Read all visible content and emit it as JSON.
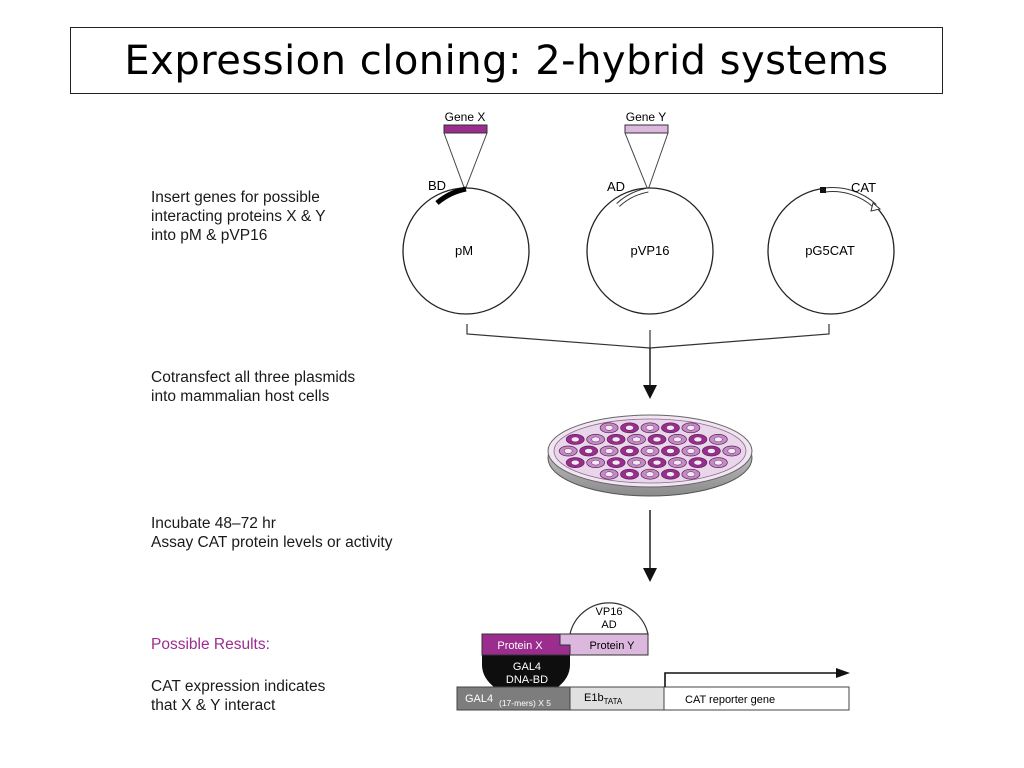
{
  "title": "Expression cloning: 2-hybrid systems",
  "steps": {
    "insert": {
      "line1": "Insert genes for possible",
      "line2": "interacting proteins X & Y",
      "line3": "into pM & pVP16"
    },
    "cotransfect": {
      "line1": "Cotransfect all three plasmids",
      "line2": "into mammalian host cells"
    },
    "incubate": {
      "line1": "Incubate 48–72 hr",
      "line2": "Assay CAT protein levels or activity"
    },
    "results": {
      "title": "Possible Results:",
      "line1": "CAT expression indicates",
      "line2": "that X & Y interact"
    }
  },
  "plasmids": {
    "pm": {
      "name": "pM",
      "region": "BD",
      "insert": "Gene X"
    },
    "pvp16": {
      "name": "pVP16",
      "region": "AD",
      "insert": "Gene Y"
    },
    "pg5cat": {
      "name": "pG5CAT",
      "region": "CAT"
    }
  },
  "result_diagram": {
    "vp16_ad_line1": "VP16",
    "vp16_ad_line2": "AD",
    "protein_x": "Protein X",
    "protein_y": "Protein Y",
    "gal4_bd_line1": "GAL4",
    "gal4_bd_line2": "DNA-BD",
    "gal4_site": "GAL4",
    "gal4_site_detail": "(17-mers) X 5",
    "e1b": "E1b",
    "e1b_sub": "TATA",
    "reporter": "CAT reporter gene"
  },
  "colors": {
    "magenta": "#9b2d8f",
    "light_pink": "#ddb8de",
    "gray_dark": "#7d7d7d",
    "gray_light": "#e0e0e0"
  }
}
